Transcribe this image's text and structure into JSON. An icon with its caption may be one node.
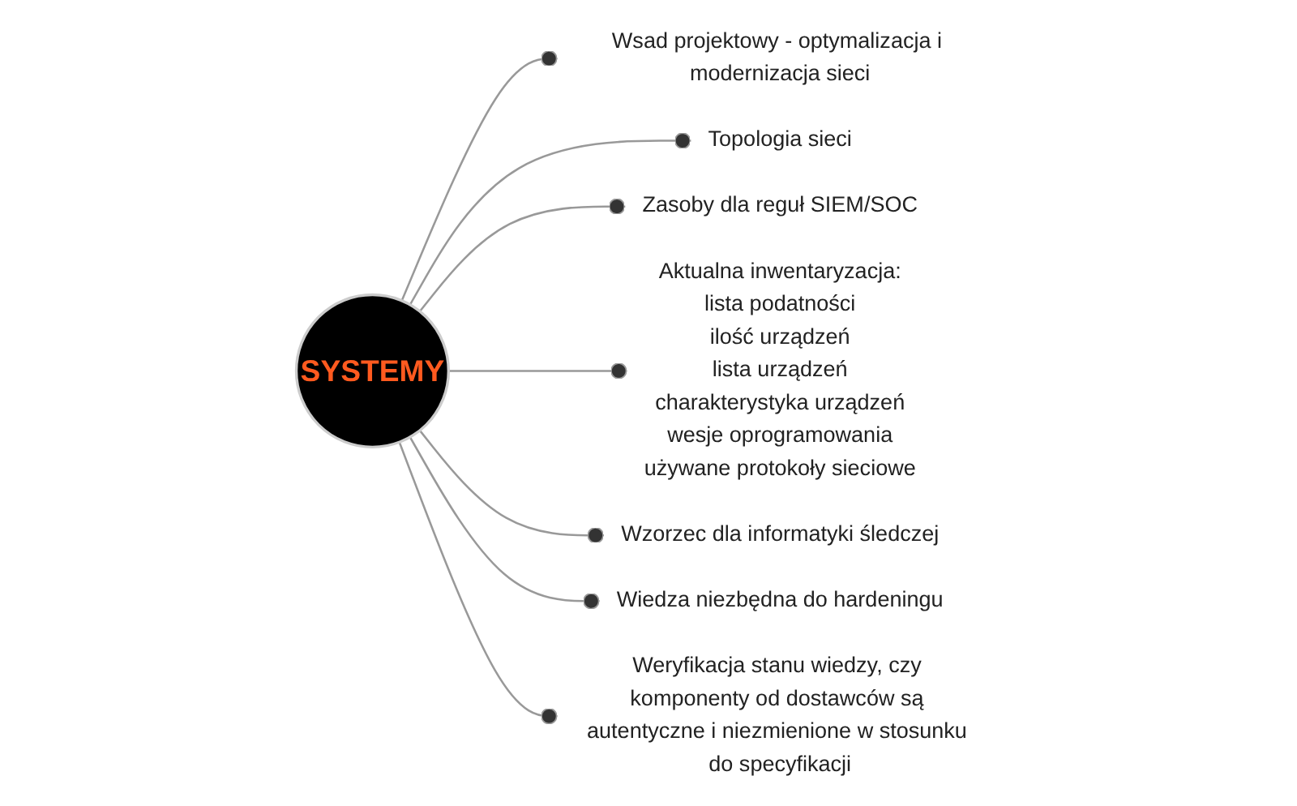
{
  "diagram": {
    "nodes": [
      {
        "text": [
          "SYSTEMY"
        ]
      },
      {
        "text": [
          "Wsad projektowy - optymalizacja i modernizacja sieci"
        ]
      },
      {
        "text": [
          "Topologia sieci"
        ]
      },
      {
        "text": [
          "Zasoby dla reguł SIEM/SOC"
        ]
      },
      {
        "text": [
          "Aktualna inwentaryzacja:",
          "lista podatności",
          "ilość urządzeń",
          "lista urządzeń",
          "charakterystyka urządzeń",
          "wesje oprogramowania",
          "używane protokoły sieciowe"
        ]
      },
      {
        "text": [
          "Wzorzec dla informatyki śledczej"
        ]
      },
      {
        "text": [
          "Wiedza niezbędna do hardeningu"
        ]
      },
      {
        "text": [
          "Weryfikacja stanu wiedzy, czy komponenty od dostawców są autentyczne i niezmienione w stosunku do specyfikacji"
        ]
      }
    ],
    "edges": [
      {
        "from": 0,
        "to": 1,
        "arrow": "other"
      },
      {
        "from": 0,
        "to": 2,
        "arrow": "other"
      },
      {
        "from": 0,
        "to": 3,
        "arrow": "other"
      },
      {
        "from": 0,
        "to": 4,
        "arrow": "other"
      },
      {
        "from": 0,
        "to": 5,
        "arrow": "other"
      },
      {
        "from": 0,
        "to": 6,
        "arrow": "other"
      },
      {
        "from": 0,
        "to": 7,
        "arrow": "other"
      }
    ]
  }
}
